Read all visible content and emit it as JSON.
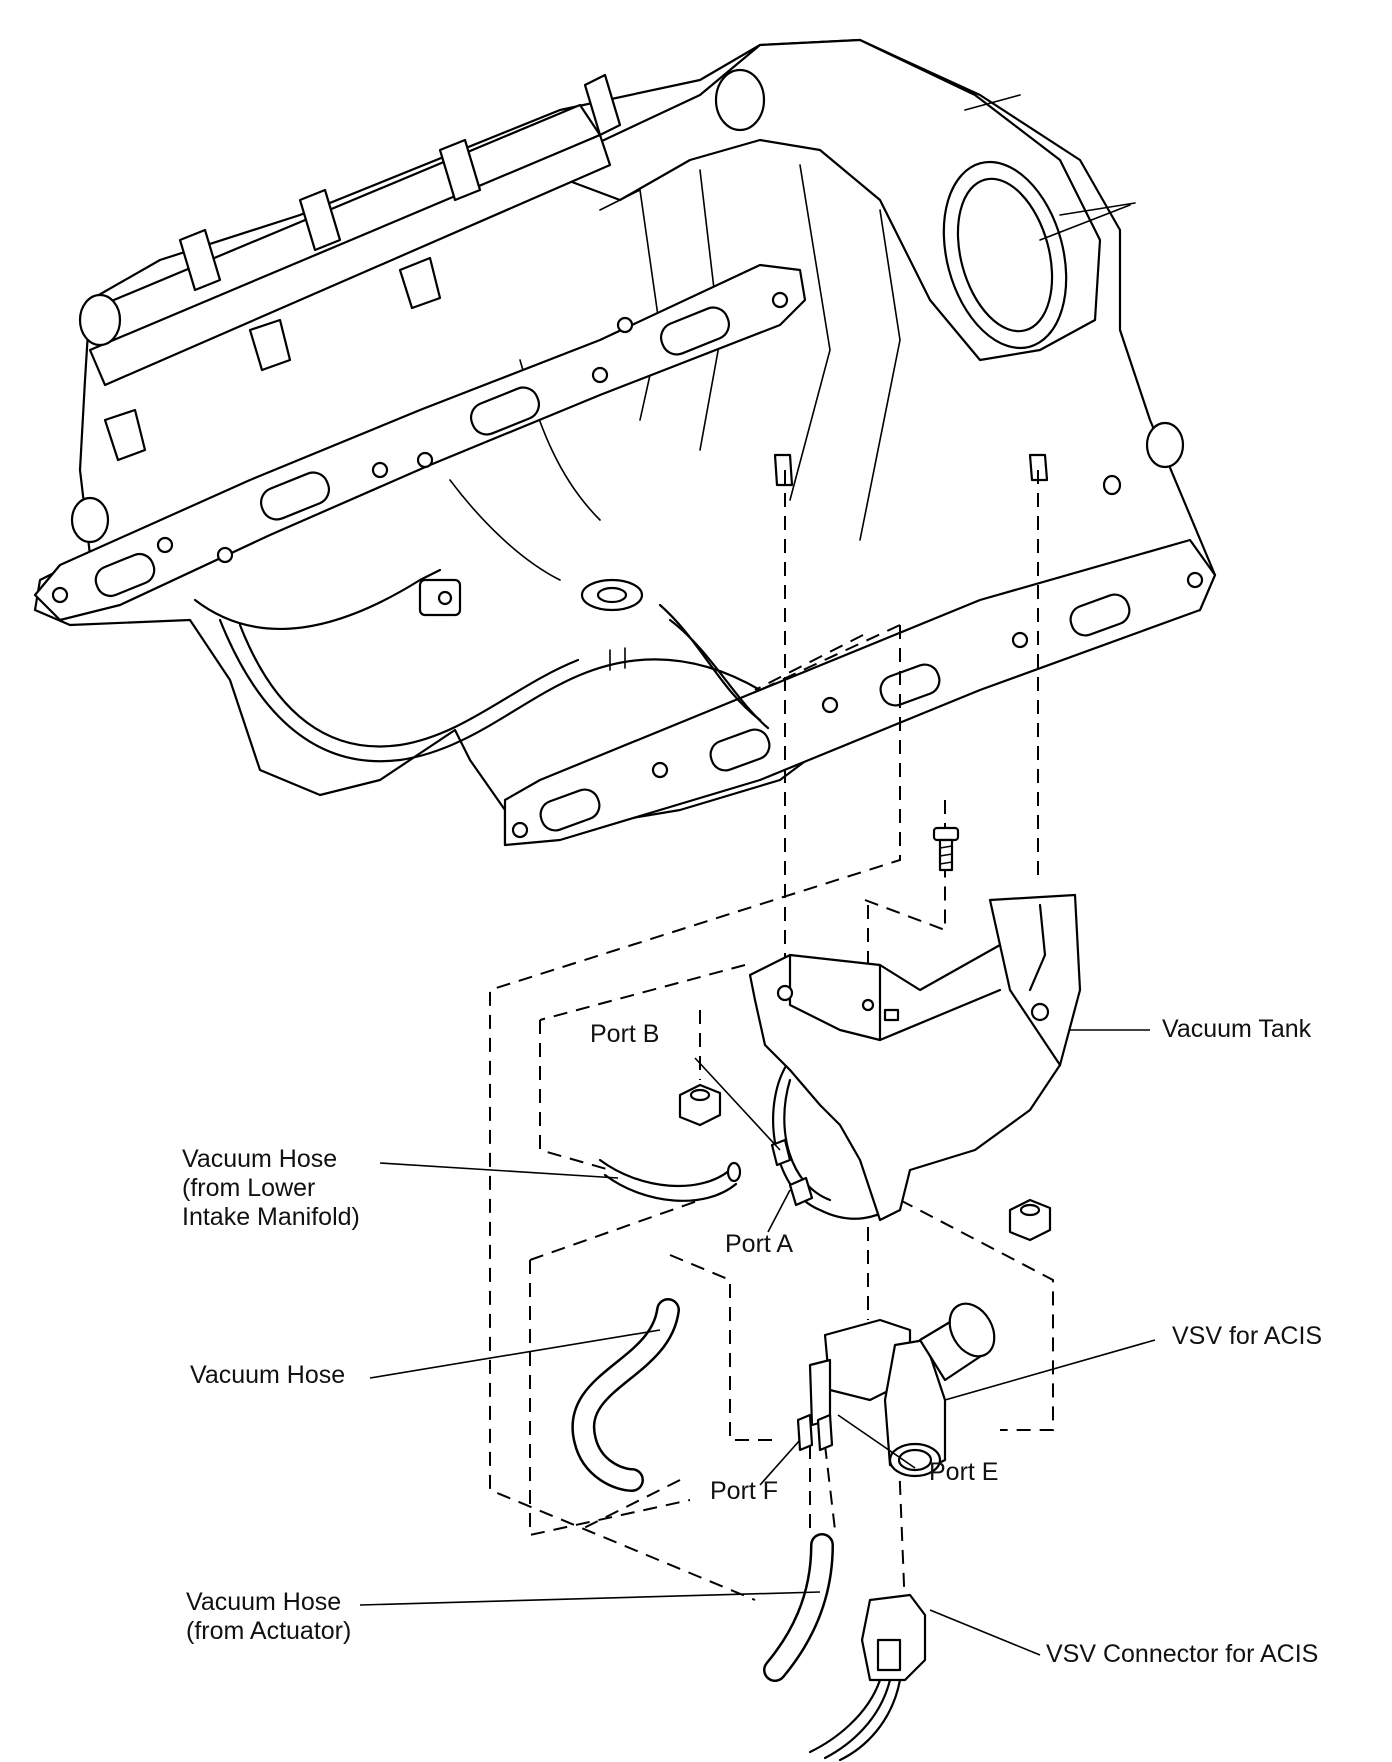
{
  "labels": {
    "vacuum_tank": "Vacuum Tank",
    "port_b": "Port B",
    "vacuum_hose_lower": [
      "Vacuum Hose",
      "(from Lower",
      "Intake Manifold)"
    ],
    "port_a": "Port A",
    "vacuum_hose": "Vacuum Hose",
    "vsv_for_acis": "VSV for ACIS",
    "port_e": "Port E",
    "port_f": "Port F",
    "vacuum_hose_actuator": [
      "Vacuum Hose",
      "(from Actuator)"
    ],
    "vsv_connector": "VSV Connector for ACIS"
  }
}
